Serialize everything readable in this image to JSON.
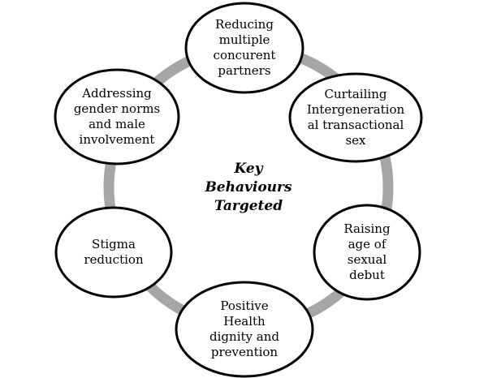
{
  "center": {
    "title": "Key\nBehaviours\nTargeted"
  },
  "nodes": [
    {
      "label": "Reducing\nmultiple\nconcurent\npartners"
    },
    {
      "label": "Curtailing\nIntergeneration\nal transactional\nsex"
    },
    {
      "label": "Raising\nage of\nsexual\ndebut"
    },
    {
      "label": "Positive\nHealth\ndignity and\nprevention"
    },
    {
      "label": "Stigma\nreduction"
    },
    {
      "label": "Addressing\ngender norms\nand male\ninvolvement"
    }
  ],
  "colors": {
    "ring": "#a6a6a6",
    "node_fill": "#ffffff",
    "node_stroke": "#000000"
  }
}
